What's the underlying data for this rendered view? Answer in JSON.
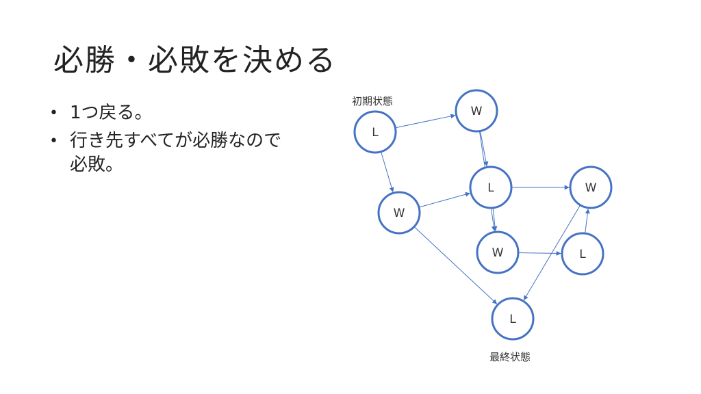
{
  "slide": {
    "title": "必勝・必敗を決める",
    "bullets": [
      "1つ戻る。",
      "行き先すべてが必勝なので",
      "必敗。"
    ],
    "bullet_symbol": "•"
  },
  "diagram": {
    "initial_label": "初期状態",
    "final_label": "最終状態",
    "nodes": [
      {
        "id": "n1",
        "label": "L",
        "color": "#C00000"
      },
      {
        "id": "n2",
        "label": "W",
        "color": "#333333"
      },
      {
        "id": "n3",
        "label": "W",
        "color": "#333333"
      },
      {
        "id": "n4",
        "label": "L",
        "color": "#333333"
      },
      {
        "id": "n5",
        "label": "W",
        "color": "#333333"
      },
      {
        "id": "n6",
        "label": "W",
        "color": "#333333"
      },
      {
        "id": "n7",
        "label": "L",
        "color": "#333333"
      },
      {
        "id": "n8",
        "label": "L",
        "color": "#333333"
      }
    ],
    "edges": [
      {
        "from": "n1",
        "to": "n2"
      },
      {
        "from": "n1",
        "to": "n3"
      },
      {
        "from": "n2",
        "to": "n4"
      },
      {
        "from": "n2",
        "to": "n5"
      },
      {
        "from": "n3",
        "to": "n4"
      },
      {
        "from": "n3",
        "to": "n8"
      },
      {
        "from": "n4",
        "to": "n5"
      },
      {
        "from": "n4",
        "to": "n6"
      },
      {
        "from": "n5",
        "to": "n7"
      },
      {
        "from": "n7",
        "to": "n6"
      },
      {
        "from": "n6",
        "to": "n8"
      }
    ],
    "colors": {
      "node_stroke": "#4472C4",
      "edge": "#4472C4",
      "highlight_text": "#C00000"
    }
  }
}
